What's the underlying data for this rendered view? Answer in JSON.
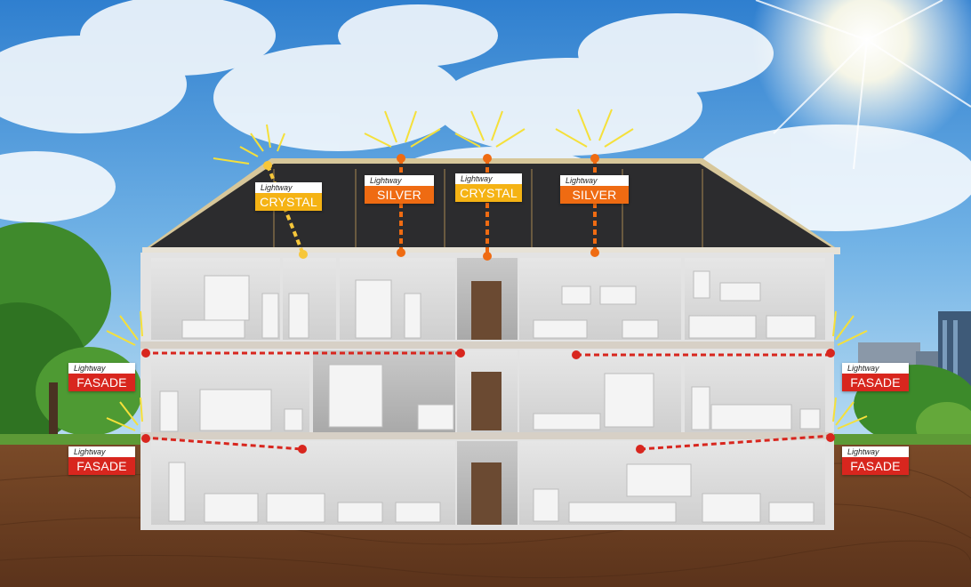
{
  "labels": [
    {
      "id": "crystal-1",
      "brand": "Lightway",
      "product": "CRYSTAL",
      "kind": "crystal"
    },
    {
      "id": "silver-1",
      "brand": "Lightway",
      "product": "SILVER",
      "kind": "silver"
    },
    {
      "id": "crystal-2",
      "brand": "Lightway",
      "product": "CRYSTAL",
      "kind": "crystal"
    },
    {
      "id": "silver-2",
      "brand": "Lightway",
      "product": "SILVER",
      "kind": "silver"
    },
    {
      "id": "fasade-left-upper",
      "brand": "Lightway",
      "product": "FASADE",
      "kind": "fasade"
    },
    {
      "id": "fasade-left-lower",
      "brand": "Lightway",
      "product": "FASADE",
      "kind": "fasade"
    },
    {
      "id": "fasade-right-upper",
      "brand": "Lightway",
      "product": "FASADE",
      "kind": "fasade"
    },
    {
      "id": "fasade-right-lower",
      "brand": "Lightway",
      "product": "FASADE",
      "kind": "fasade"
    }
  ],
  "colors": {
    "crystal": "#f5b314",
    "silver": "#ef6b12",
    "fasade": "#d8261e",
    "light_pipe_yellow": "#f7c73a",
    "light_pipe_orange": "#ef6b12",
    "light_pipe_red": "#d8261e",
    "sky_top": "#3f8fd6",
    "roof": "#2c2c2e",
    "soil": "#6b3f22"
  }
}
